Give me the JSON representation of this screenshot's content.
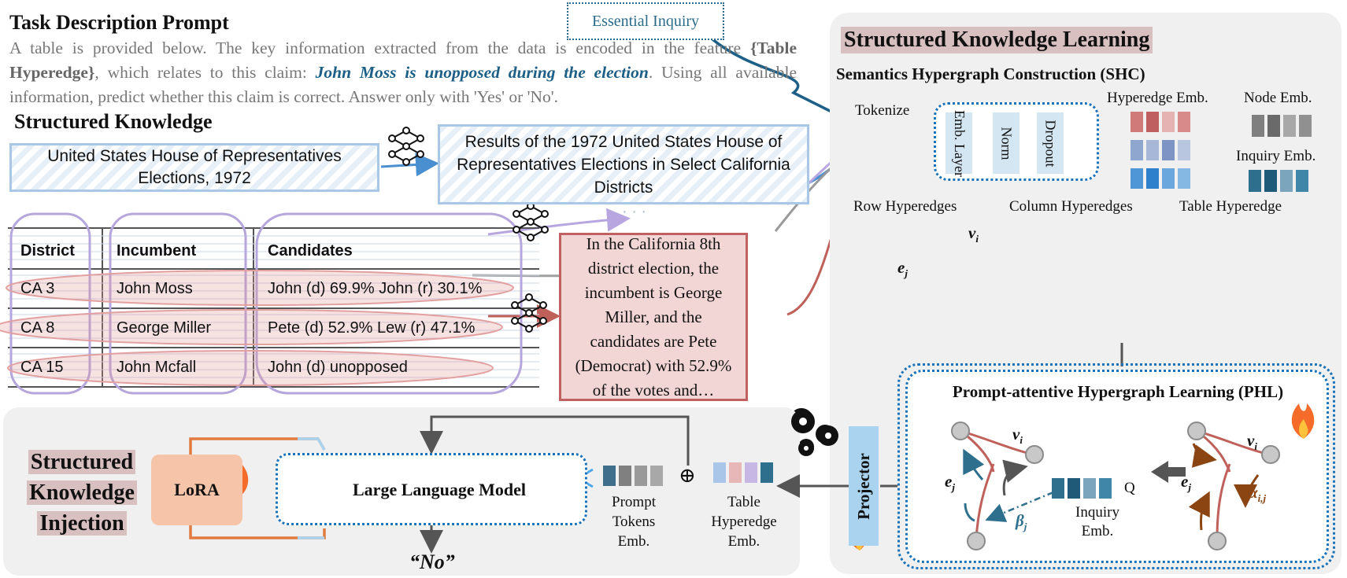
{
  "task": {
    "title": "Task Description Prompt",
    "text_1": "A table is provided below. The key information extracted from the data is encoded in the feature ",
    "placeholder": "{Table Hyperedge}",
    "text_2": ", which relates to this claim: ",
    "claim": "John Moss is unopposed during the election",
    "text_3": ". Using all available information, predict whether this claim is correct. Answer only with 'Yes' or 'No'.",
    "inquiry_label": "Essential Inquiry"
  },
  "structured_knowledge": {
    "title": "Structured Knowledge",
    "table_title": "United States House of Representatives Elections, 1972",
    "caption": "Results of the 1972 United States House of Representatives Elections in Select California Districts",
    "ellipsis": "· · ·",
    "table": {
      "headers": [
        "District",
        "Incumbent",
        "Candidates"
      ],
      "rows": [
        [
          "CA 3",
          "John Moss",
          "John (d) 69.9% John (r) 30.1%"
        ],
        [
          "CA 8",
          "George Miller",
          "Pete (d) 52.9% Lew (r) 47.1%"
        ],
        [
          "CA 15",
          "John Mcfall",
          "John (d) unopposed"
        ]
      ]
    },
    "row_summary": "In the California 8th district election, the incumbent is George Miller, and the candidates are Pete (Democrat) with 52.9% of the votes and…"
  },
  "skl": {
    "title": "Structured Knowledge Learning",
    "shc_title": "Semantics Hypergraph Construction (SHC)",
    "tokenize": "Tokenize",
    "encoder_layers": [
      "Emb. Layer",
      "Norm",
      "Dropout"
    ],
    "hyperedge_emb": "Hyperedge Emb.",
    "node_emb": "Node Emb.",
    "inquiry_emb": "Inquiry Emb.",
    "row_hyperedges": "Row Hyperedges",
    "column_hyperedges": "Column Hyperedges",
    "table_hyperedge": "Table Hyperedge",
    "phl_title": "Prompt-attentive Hypergraph Learning (PHL)",
    "phl_inquiry_emb": "Inquiry Emb.",
    "q_label": "Q"
  },
  "symbols": {
    "v_i": "v",
    "v_i_sub": "i",
    "e_j": "e",
    "e_j_sub": "j",
    "beta": "β",
    "beta_sub": "j",
    "alpha": "α",
    "alpha_sub": "i,j"
  },
  "ski": {
    "title_lines": [
      "Structured",
      "Knowledge",
      "Injection"
    ],
    "lora": "LoRA",
    "llm": "Large Language Model",
    "prompt_tokens": "Prompt Tokens Emb.",
    "oplus": "⊕",
    "table_hyperedge_emb": "Table Hyperedge Emb.",
    "projector": "Projector",
    "answer": "“No”"
  },
  "colors": {
    "hyperedge_emb": [
      [
        "#d17a7a",
        "#c05f5f",
        "#e6b3b3",
        "#d88a8a"
      ],
      [
        "#8fa6cf",
        "#a7b7d8",
        "#7d94c4",
        "#b8c6e0"
      ],
      [
        "#4f96d6",
        "#2e7fcc",
        "#6aa7dd",
        "#85b8e3"
      ]
    ],
    "node_emb": [
      "#7f7f7f",
      "#6a6a6a",
      "#a8a8a8",
      "#909090"
    ],
    "inquiry_emb": [
      "#2e6f8e",
      "#1f5b78",
      "#7aa5bd",
      "#3f86a8"
    ],
    "prompt_tokens_emb": [
      "#3f6f8a",
      "#808080",
      "#9a9a9a",
      "#a8a8a8"
    ],
    "table_hyperedge_emb_colors": [
      "#a9c6e8",
      "#e7b7b7",
      "#c6b7e4",
      "#2e6f8e"
    ]
  }
}
